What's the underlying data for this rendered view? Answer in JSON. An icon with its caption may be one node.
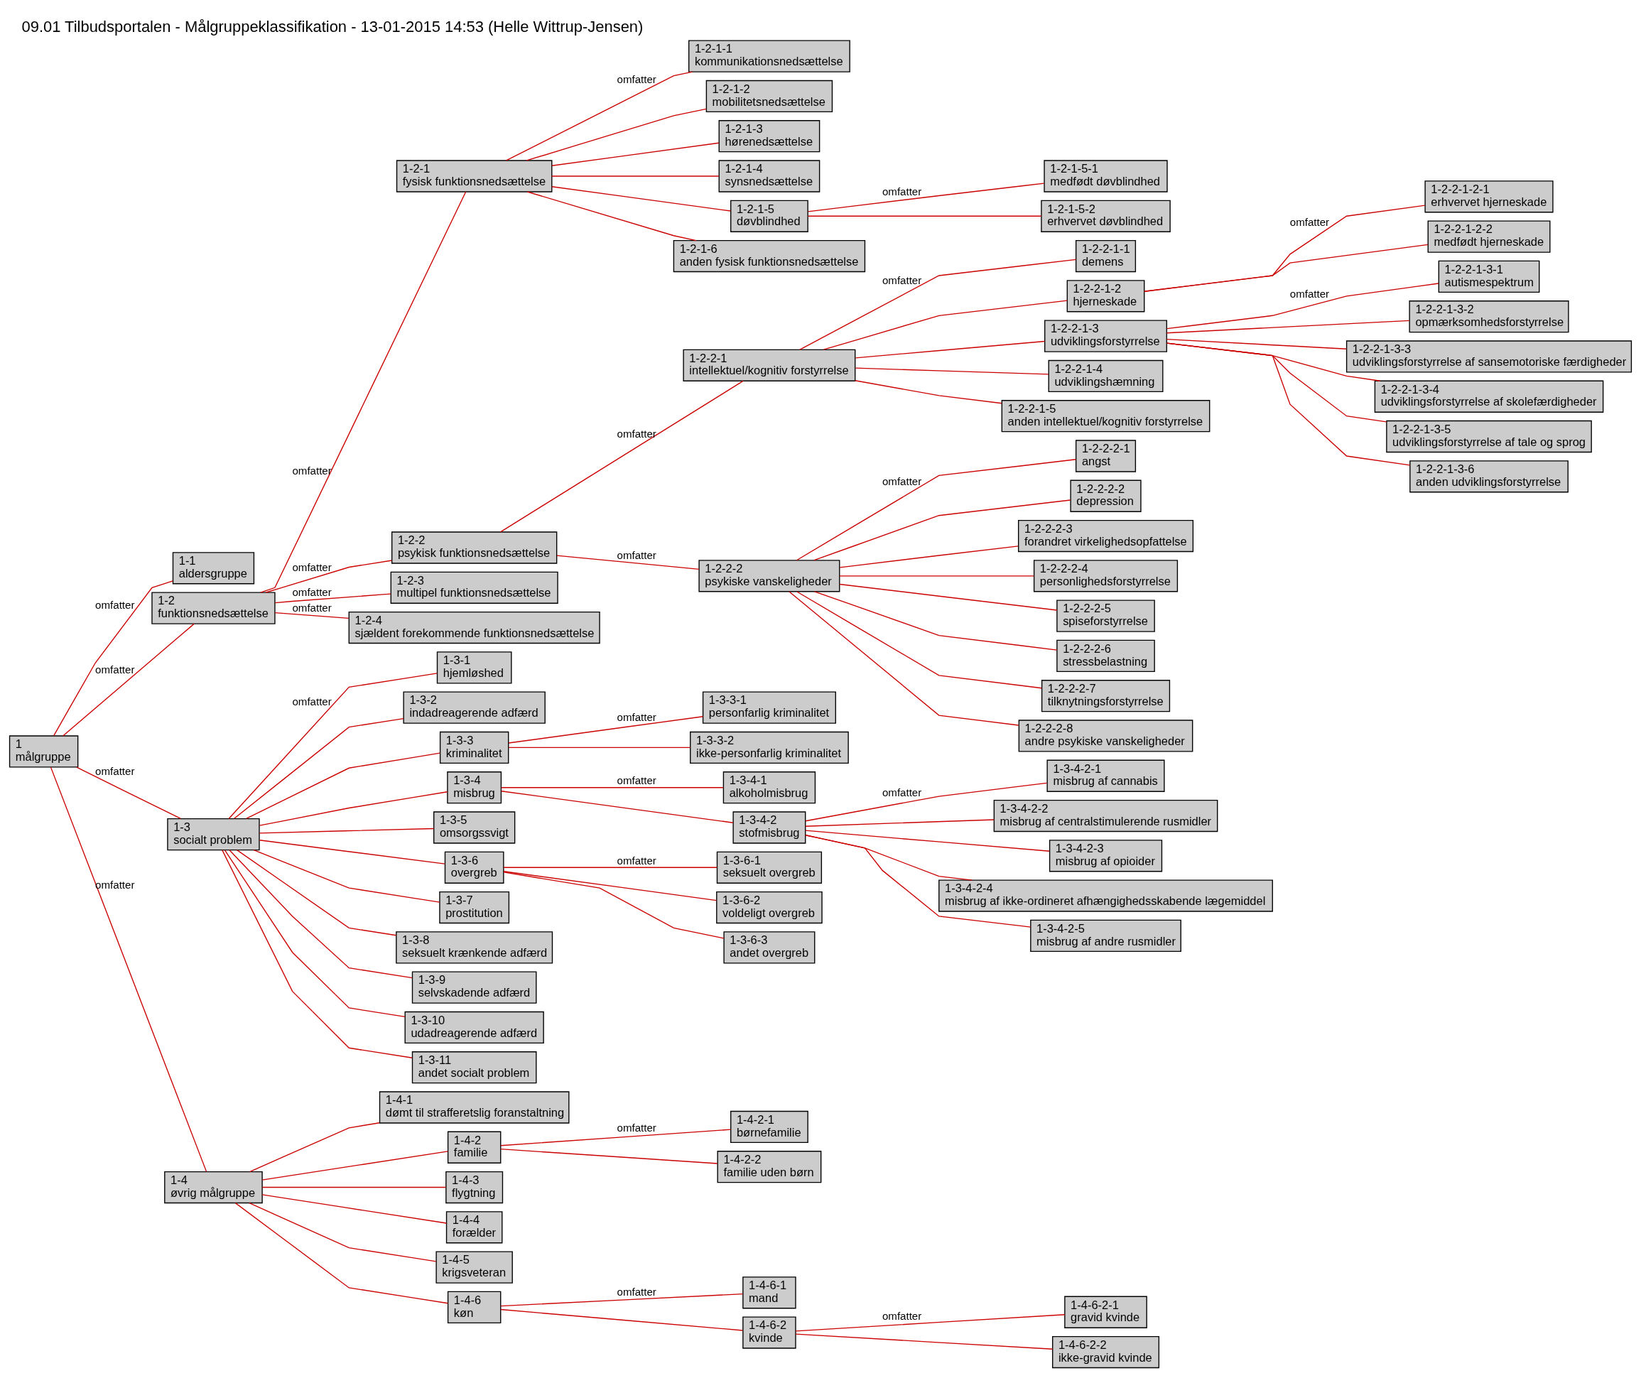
{
  "diagram": {
    "title": "09.01 Tilbudsportalen - Målgruppeklassifikation - 13-01-2015 14:53 (Helle Wittrup-Jensen)",
    "nodes": [
      {
        "text": [
          "1",
          "målgruppe"
        ]
      },
      {
        "text": [
          "1-1",
          "aldersgruppe"
        ]
      },
      {
        "text": [
          "1-2",
          "funktionsnedsættelse"
        ]
      },
      {
        "text": [
          "1-2-1",
          "fysisk funktionsnedsættelse"
        ]
      },
      {
        "text": [
          "1-2-1-1",
          "kommunikationsnedsættelse"
        ]
      },
      {
        "text": [
          "1-2-1-2",
          "mobilitetsnedsættelse"
        ]
      },
      {
        "text": [
          "1-2-1-3",
          "hørenedsættelse"
        ]
      },
      {
        "text": [
          "1-2-1-4",
          "synsnedsættelse"
        ]
      },
      {
        "text": [
          "1-2-1-5",
          "døvblindhed"
        ]
      },
      {
        "text": [
          "1-2-1-6",
          "anden fysisk funktionsnedsættelse"
        ]
      },
      {
        "text": [
          "1-2-1-5-1",
          "medfødt døvblindhed"
        ]
      },
      {
        "text": [
          "1-2-1-5-2",
          "erhvervet døvblindhed"
        ]
      },
      {
        "text": [
          "1-2-2",
          "psykisk funktionsnedsættelse"
        ]
      },
      {
        "text": [
          "1-2-2-1",
          "intellektuel/kognitiv forstyrrelse"
        ]
      },
      {
        "text": [
          "1-2-2-1-1",
          "demens"
        ]
      },
      {
        "text": [
          "1-2-2-1-2",
          "hjerneskade"
        ]
      },
      {
        "text": [
          "1-2-2-1-3",
          "udviklingsforstyrrelse"
        ]
      },
      {
        "text": [
          "1-2-2-1-4",
          "udviklingshæmning"
        ]
      },
      {
        "text": [
          "1-2-2-1-5",
          "anden intellektuel/kognitiv forstyrrelse"
        ]
      },
      {
        "text": [
          "1-2-2-1-2-1",
          "erhvervet hjerneskade"
        ]
      },
      {
        "text": [
          "1-2-2-1-2-2",
          "medfødt hjerneskade"
        ]
      },
      {
        "text": [
          "1-2-2-1-3-1",
          "autismespektrum"
        ]
      },
      {
        "text": [
          "1-2-2-1-3-2",
          "opmærksomhedsforstyrrelse"
        ]
      },
      {
        "text": [
          "1-2-2-1-3-3",
          "udviklingsforstyrrelse af sansemotoriske færdigheder"
        ]
      },
      {
        "text": [
          "1-2-2-1-3-4",
          "udviklingsforstyrrelse af skolefærdigheder"
        ]
      },
      {
        "text": [
          "1-2-2-1-3-5",
          "udviklingsforstyrrelse af tale og sprog"
        ]
      },
      {
        "text": [
          "1-2-2-1-3-6",
          "anden udviklingsforstyrrelse"
        ]
      },
      {
        "text": [
          "1-2-2-2",
          "psykiske vanskeligheder"
        ]
      },
      {
        "text": [
          "1-2-2-2-1",
          "angst"
        ]
      },
      {
        "text": [
          "1-2-2-2-2",
          "depression"
        ]
      },
      {
        "text": [
          "1-2-2-2-3",
          "forandret virkelighedsopfattelse"
        ]
      },
      {
        "text": [
          "1-2-2-2-4",
          "personlighedsforstyrrelse"
        ]
      },
      {
        "text": [
          "1-2-2-2-5",
          "spiseforstyrrelse"
        ]
      },
      {
        "text": [
          "1-2-2-2-6",
          "stressbelastning"
        ]
      },
      {
        "text": [
          "1-2-2-2-7",
          "tilknytningsforstyrrelse"
        ]
      },
      {
        "text": [
          "1-2-2-2-8",
          "andre psykiske vanskeligheder"
        ]
      },
      {
        "text": [
          "1-2-3",
          "multipel funktionsnedsættelse"
        ]
      },
      {
        "text": [
          "1-2-4",
          "sjældent forekommende funktionsnedsættelse"
        ]
      },
      {
        "text": [
          "1-3",
          "socialt problem"
        ]
      },
      {
        "text": [
          "1-3-1",
          "hjemløshed"
        ]
      },
      {
        "text": [
          "1-3-2",
          "indadreagerende adfærd"
        ]
      },
      {
        "text": [
          "1-3-3",
          "kriminalitet"
        ]
      },
      {
        "text": [
          "1-3-4",
          "misbrug"
        ]
      },
      {
        "text": [
          "1-3-5",
          "omsorgssvigt"
        ]
      },
      {
        "text": [
          "1-3-6",
          "overgreb"
        ]
      },
      {
        "text": [
          "1-3-7",
          "prostitution"
        ]
      },
      {
        "text": [
          "1-3-8",
          "seksuelt krænkende adfærd"
        ]
      },
      {
        "text": [
          "1-3-9",
          "selvskadende adfærd"
        ]
      },
      {
        "text": [
          "1-3-10",
          "udadreagerende adfærd"
        ]
      },
      {
        "text": [
          "1-3-11",
          "andet socialt problem"
        ]
      },
      {
        "text": [
          "1-3-3-1",
          "personfarlig kriminalitet"
        ]
      },
      {
        "text": [
          "1-3-3-2",
          "ikke-personfarlig kriminalitet"
        ]
      },
      {
        "text": [
          "1-3-4-1",
          "alkoholmisbrug"
        ]
      },
      {
        "text": [
          "1-3-4-2",
          "stofmisbrug"
        ]
      },
      {
        "text": [
          "1-3-4-2-1",
          "misbrug af cannabis"
        ]
      },
      {
        "text": [
          "1-3-4-2-2",
          "misbrug af centralstimulerende rusmidler"
        ]
      },
      {
        "text": [
          "1-3-4-2-3",
          "misbrug af opioider"
        ]
      },
      {
        "text": [
          "1-3-4-2-4",
          "misbrug af ikke-ordineret afhængighedsskabende lægemiddel"
        ]
      },
      {
        "text": [
          "1-3-4-2-5",
          "misbrug af andre rusmidler"
        ]
      },
      {
        "text": [
          "1-3-6-1",
          "seksuelt overgreb"
        ]
      },
      {
        "text": [
          "1-3-6-2",
          "voldeligt overgreb"
        ]
      },
      {
        "text": [
          "1-3-6-3",
          "andet overgreb"
        ]
      },
      {
        "text": [
          "1-4",
          "øvrig målgruppe"
        ]
      },
      {
        "text": [
          "1-4-1",
          "dømt til strafferetslig foranstaltning"
        ]
      },
      {
        "text": [
          "1-4-2",
          "familie"
        ]
      },
      {
        "text": [
          "1-4-3",
          "flygtning"
        ]
      },
      {
        "text": [
          "1-4-4",
          "forælder"
        ]
      },
      {
        "text": [
          "1-4-5",
          "krigsveteran"
        ]
      },
      {
        "text": [
          "1-4-6",
          "køn"
        ]
      },
      {
        "text": [
          "1-4-2-1",
          "børnefamilie"
        ]
      },
      {
        "text": [
          "1-4-2-2",
          "familie uden børn"
        ]
      },
      {
        "text": [
          "1-4-6-1",
          "mand"
        ]
      },
      {
        "text": [
          "1-4-6-2",
          "kvinde"
        ]
      },
      {
        "text": [
          "1-4-6-2-1",
          "gravid kvinde"
        ]
      },
      {
        "text": [
          "1-4-6-2-2",
          "ikke-gravid kvinde"
        ]
      }
    ],
    "edges": [
      {
        "from": 0,
        "to": 1,
        "arrow": "none",
        "label": "omfatter"
      },
      {
        "from": 0,
        "to": 2,
        "arrow": "none",
        "label": "omfatter"
      },
      {
        "from": 2,
        "to": 3,
        "arrow": "none",
        "label": "omfatter"
      },
      {
        "from": 3,
        "to": 4,
        "arrow": "none",
        "label": "omfatter"
      },
      {
        "from": 3,
        "to": 5,
        "arrow": "none"
      },
      {
        "from": 3,
        "to": 6,
        "arrow": "none"
      },
      {
        "from": 3,
        "to": 7,
        "arrow": "none"
      },
      {
        "from": 3,
        "to": 8,
        "arrow": "none"
      },
      {
        "from": 3,
        "to": 9,
        "arrow": "none"
      },
      {
        "from": 8,
        "to": 10,
        "arrow": "none",
        "label": "omfatter"
      },
      {
        "from": 8,
        "to": 11,
        "arrow": "none"
      },
      {
        "from": 2,
        "to": 12,
        "arrow": "none",
        "label": "omfatter"
      },
      {
        "from": 12,
        "to": 13,
        "arrow": "none",
        "label": "omfatter"
      },
      {
        "from": 13,
        "to": 14,
        "arrow": "none",
        "label": "omfatter"
      },
      {
        "from": 13,
        "to": 15,
        "arrow": "none"
      },
      {
        "from": 13,
        "to": 16,
        "arrow": "none"
      },
      {
        "from": 13,
        "to": 17,
        "arrow": "none"
      },
      {
        "from": 13,
        "to": 18,
        "arrow": "none"
      },
      {
        "from": 15,
        "to": 19,
        "arrow": "none",
        "label": "omfatter"
      },
      {
        "from": 15,
        "to": 20,
        "arrow": "none"
      },
      {
        "from": 16,
        "to": 21,
        "arrow": "none",
        "label": "omfatter"
      },
      {
        "from": 16,
        "to": 22,
        "arrow": "none"
      },
      {
        "from": 16,
        "to": 23,
        "arrow": "none"
      },
      {
        "from": 16,
        "to": 24,
        "arrow": "none"
      },
      {
        "from": 16,
        "to": 25,
        "arrow": "none"
      },
      {
        "from": 16,
        "to": 26,
        "arrow": "none"
      },
      {
        "from": 12,
        "to": 27,
        "arrow": "none",
        "label": "omfatter"
      },
      {
        "from": 27,
        "to": 28,
        "arrow": "none",
        "label": "omfatter"
      },
      {
        "from": 27,
        "to": 29,
        "arrow": "none"
      },
      {
        "from": 27,
        "to": 30,
        "arrow": "none"
      },
      {
        "from": 27,
        "to": 31,
        "arrow": "none"
      },
      {
        "from": 27,
        "to": 32,
        "arrow": "none"
      },
      {
        "from": 27,
        "to": 33,
        "arrow": "none"
      },
      {
        "from": 27,
        "to": 34,
        "arrow": "none"
      },
      {
        "from": 27,
        "to": 35,
        "arrow": "none"
      },
      {
        "from": 2,
        "to": 36,
        "arrow": "none",
        "label": "omfatter"
      },
      {
        "from": 2,
        "to": 37,
        "arrow": "none",
        "label": "omfatter"
      },
      {
        "from": 0,
        "to": 38,
        "arrow": "none",
        "label": "omfatter"
      },
      {
        "from": 38,
        "to": 39,
        "arrow": "none",
        "label": "omfatter"
      },
      {
        "from": 38,
        "to": 40,
        "arrow": "none"
      },
      {
        "from": 38,
        "to": 41,
        "arrow": "none"
      },
      {
        "from": 38,
        "to": 42,
        "arrow": "none"
      },
      {
        "from": 38,
        "to": 43,
        "arrow": "none"
      },
      {
        "from": 38,
        "to": 44,
        "arrow": "none"
      },
      {
        "from": 38,
        "to": 45,
        "arrow": "none"
      },
      {
        "from": 38,
        "to": 46,
        "arrow": "none"
      },
      {
        "from": 38,
        "to": 47,
        "arrow": "none"
      },
      {
        "from": 38,
        "to": 48,
        "arrow": "none"
      },
      {
        "from": 38,
        "to": 49,
        "arrow": "none"
      },
      {
        "from": 41,
        "to": 50,
        "arrow": "none",
        "label": "omfatter"
      },
      {
        "from": 41,
        "to": 51,
        "arrow": "none"
      },
      {
        "from": 42,
        "to": 52,
        "arrow": "none",
        "label": "omfatter"
      },
      {
        "from": 42,
        "to": 53,
        "arrow": "none"
      },
      {
        "from": 53,
        "to": 54,
        "arrow": "none",
        "label": "omfatter"
      },
      {
        "from": 53,
        "to": 55,
        "arrow": "none"
      },
      {
        "from": 53,
        "to": 56,
        "arrow": "none"
      },
      {
        "from": 53,
        "to": 57,
        "arrow": "none"
      },
      {
        "from": 53,
        "to": 58,
        "arrow": "none"
      },
      {
        "from": 44,
        "to": 59,
        "arrow": "none",
        "label": "omfatter"
      },
      {
        "from": 44,
        "to": 60,
        "arrow": "none"
      },
      {
        "from": 44,
        "to": 61,
        "arrow": "none"
      },
      {
        "from": 0,
        "to": 62,
        "arrow": "none",
        "label": "omfatter"
      },
      {
        "from": 62,
        "to": 63,
        "arrow": "none"
      },
      {
        "from": 62,
        "to": 64,
        "arrow": "none"
      },
      {
        "from": 62,
        "to": 65,
        "arrow": "none"
      },
      {
        "from": 62,
        "to": 66,
        "arrow": "none"
      },
      {
        "from": 62,
        "to": 67,
        "arrow": "none"
      },
      {
        "from": 62,
        "to": 68,
        "arrow": "none"
      },
      {
        "from": 64,
        "to": 69,
        "arrow": "none",
        "label": "omfatter"
      },
      {
        "from": 64,
        "to": 70,
        "arrow": "none"
      },
      {
        "from": 68,
        "to": 71,
        "arrow": "none",
        "label": "omfatter"
      },
      {
        "from": 68,
        "to": 72,
        "arrow": "none"
      },
      {
        "from": 72,
        "to": 73,
        "arrow": "none",
        "label": "omfatter"
      },
      {
        "from": 72,
        "to": 74,
        "arrow": "none"
      }
    ]
  }
}
